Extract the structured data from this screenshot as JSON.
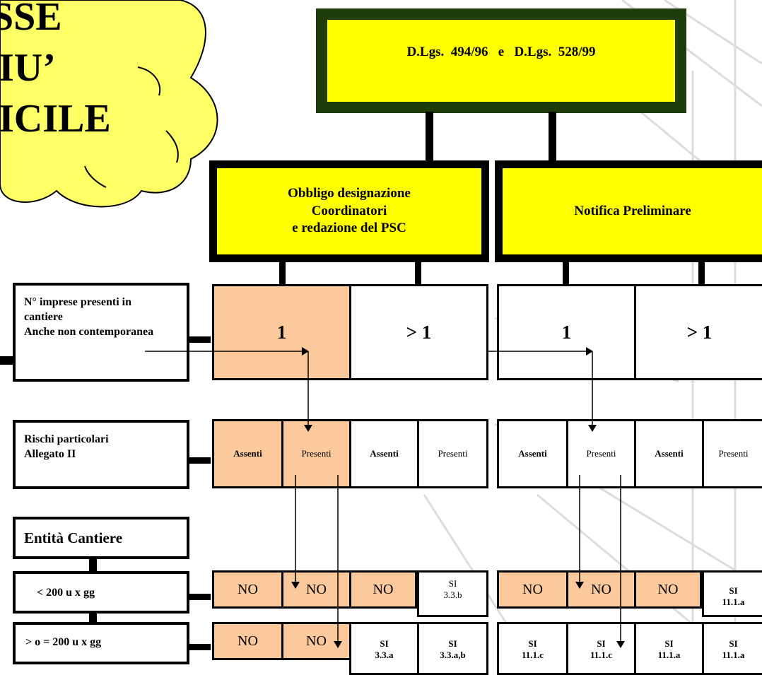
{
  "cloud": {
    "lines": [
      "SSE",
      "IU’",
      "ICILE"
    ]
  },
  "title": "D.Lgs.  494/96   e   D.Lgs.  528/99",
  "box_left": "Obbligo designazione\nCoordinatori\ne redazione del  PSC",
  "box_right": "Notifica Preliminare",
  "row_imprese": {
    "label": "N° imprese presenti in cantiere\nAnche non contemporanea",
    "cells": [
      "1",
      "> 1",
      "1",
      "> 1"
    ]
  },
  "row_rischi": {
    "label": "Rischi particolari\nAllegato II",
    "cells": [
      "Assenti",
      "Presenti",
      "Assenti",
      "Presenti",
      "Assenti",
      "Presenti",
      "Assenti",
      "Presenti"
    ]
  },
  "entita": "Entità Cantiere",
  "row_lt200": {
    "label": "<  200  u x gg",
    "no": "NO",
    "si_a": {
      "top": "SI",
      "bottom": "3.3.b"
    },
    "si_b": {
      "top": "SI",
      "bottom": "11.1.a"
    }
  },
  "row_ge200": {
    "label": "> o = 200  u x gg",
    "no": "NO",
    "si_cells": [
      {
        "top": "SI",
        "bottom": "3.3.a"
      },
      {
        "top": "SI",
        "bottom": "3.3.a,b"
      },
      {
        "top": "SI",
        "bottom": "11.1.c"
      },
      {
        "top": "SI",
        "bottom": "11.1.c"
      },
      {
        "top": "SI",
        "bottom": "11.1.a"
      },
      {
        "top": "SI",
        "bottom": "11.1.a"
      }
    ]
  },
  "colors": {
    "yellow": "#ffff00",
    "peach": "#fbc99c",
    "title_border": "#1f3d0a"
  }
}
